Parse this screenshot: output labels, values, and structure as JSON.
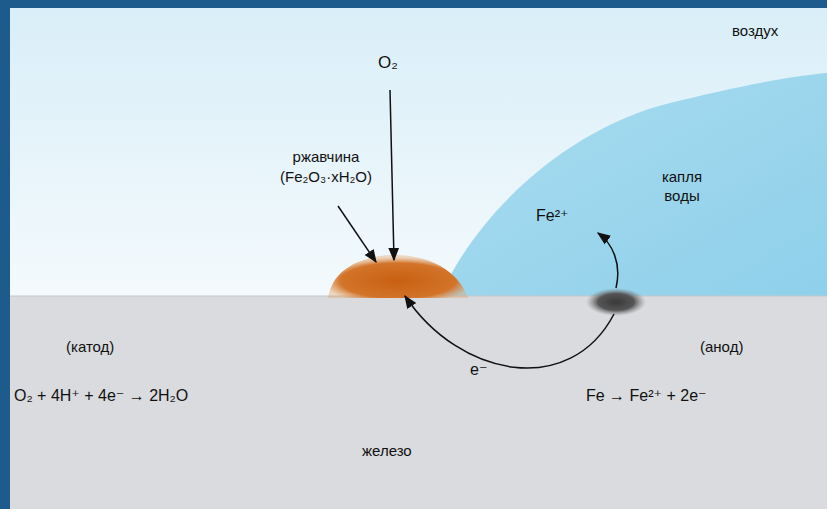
{
  "diagram": {
    "labels": [
      "воздух",
      "O₂",
      "ржавчина",
      "(Fe₂O₃·xH₂O)",
      "капля воды",
      "Fe²⁺",
      "(катод)",
      "O₂ + 4H⁺ + 4e⁻ → 2H₂O",
      "(анод)",
      "Fe → Fe²⁺ + 2e⁻",
      "e⁻",
      "железо"
    ]
  }
}
